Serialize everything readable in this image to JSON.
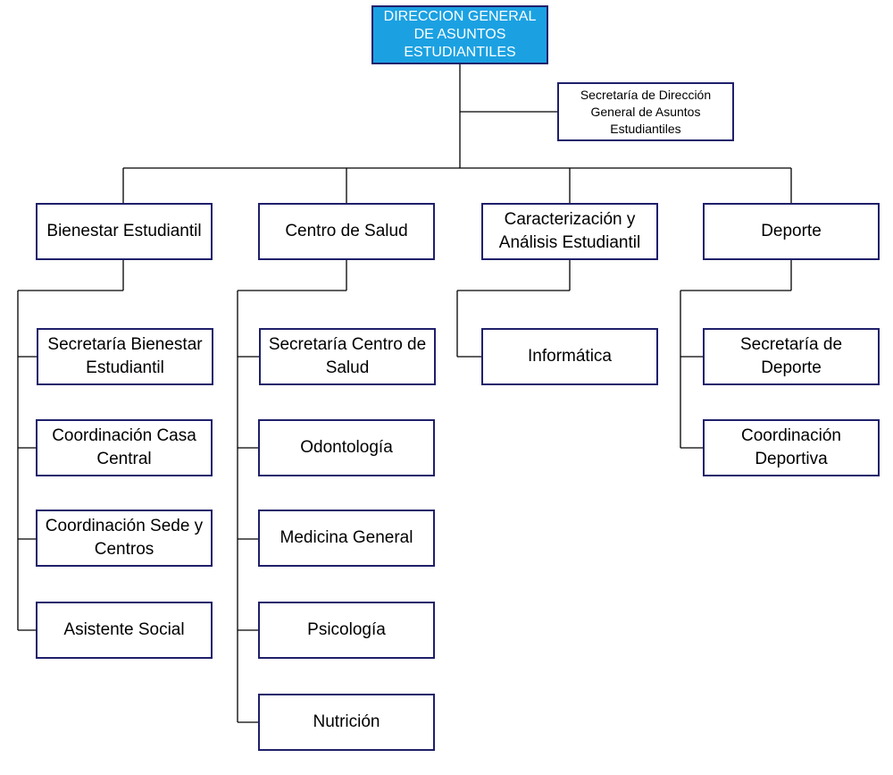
{
  "root": {
    "label": "DIRECCION GENERAL DE ASUNTOS ESTUDIANTILES"
  },
  "secretaria_general": {
    "label": "Secretaría de Dirección General de Asuntos Estudiantiles"
  },
  "departments": [
    {
      "label": "Bienestar Estudiantil",
      "children": [
        "Secretaría Bienestar Estudiantil",
        "Coordinación Casa Central",
        "Coordinación Sede y Centros",
        "Asistente Social"
      ]
    },
    {
      "label": "Centro de Salud",
      "children": [
        "Secretaría Centro de Salud",
        "Odontología",
        "Medicina General",
        "Psicología",
        "Nutrición"
      ]
    },
    {
      "label": "Caracterización y Análisis Estudiantil",
      "children": [
        "Informática"
      ]
    },
    {
      "label": "Deporte",
      "children": [
        "Secretaría de Deporte",
        "Coordinación Deportiva"
      ]
    }
  ],
  "colors": {
    "root_fill": "#1ba1e2",
    "box_border": "#1f1f6b",
    "line": "#000000"
  }
}
